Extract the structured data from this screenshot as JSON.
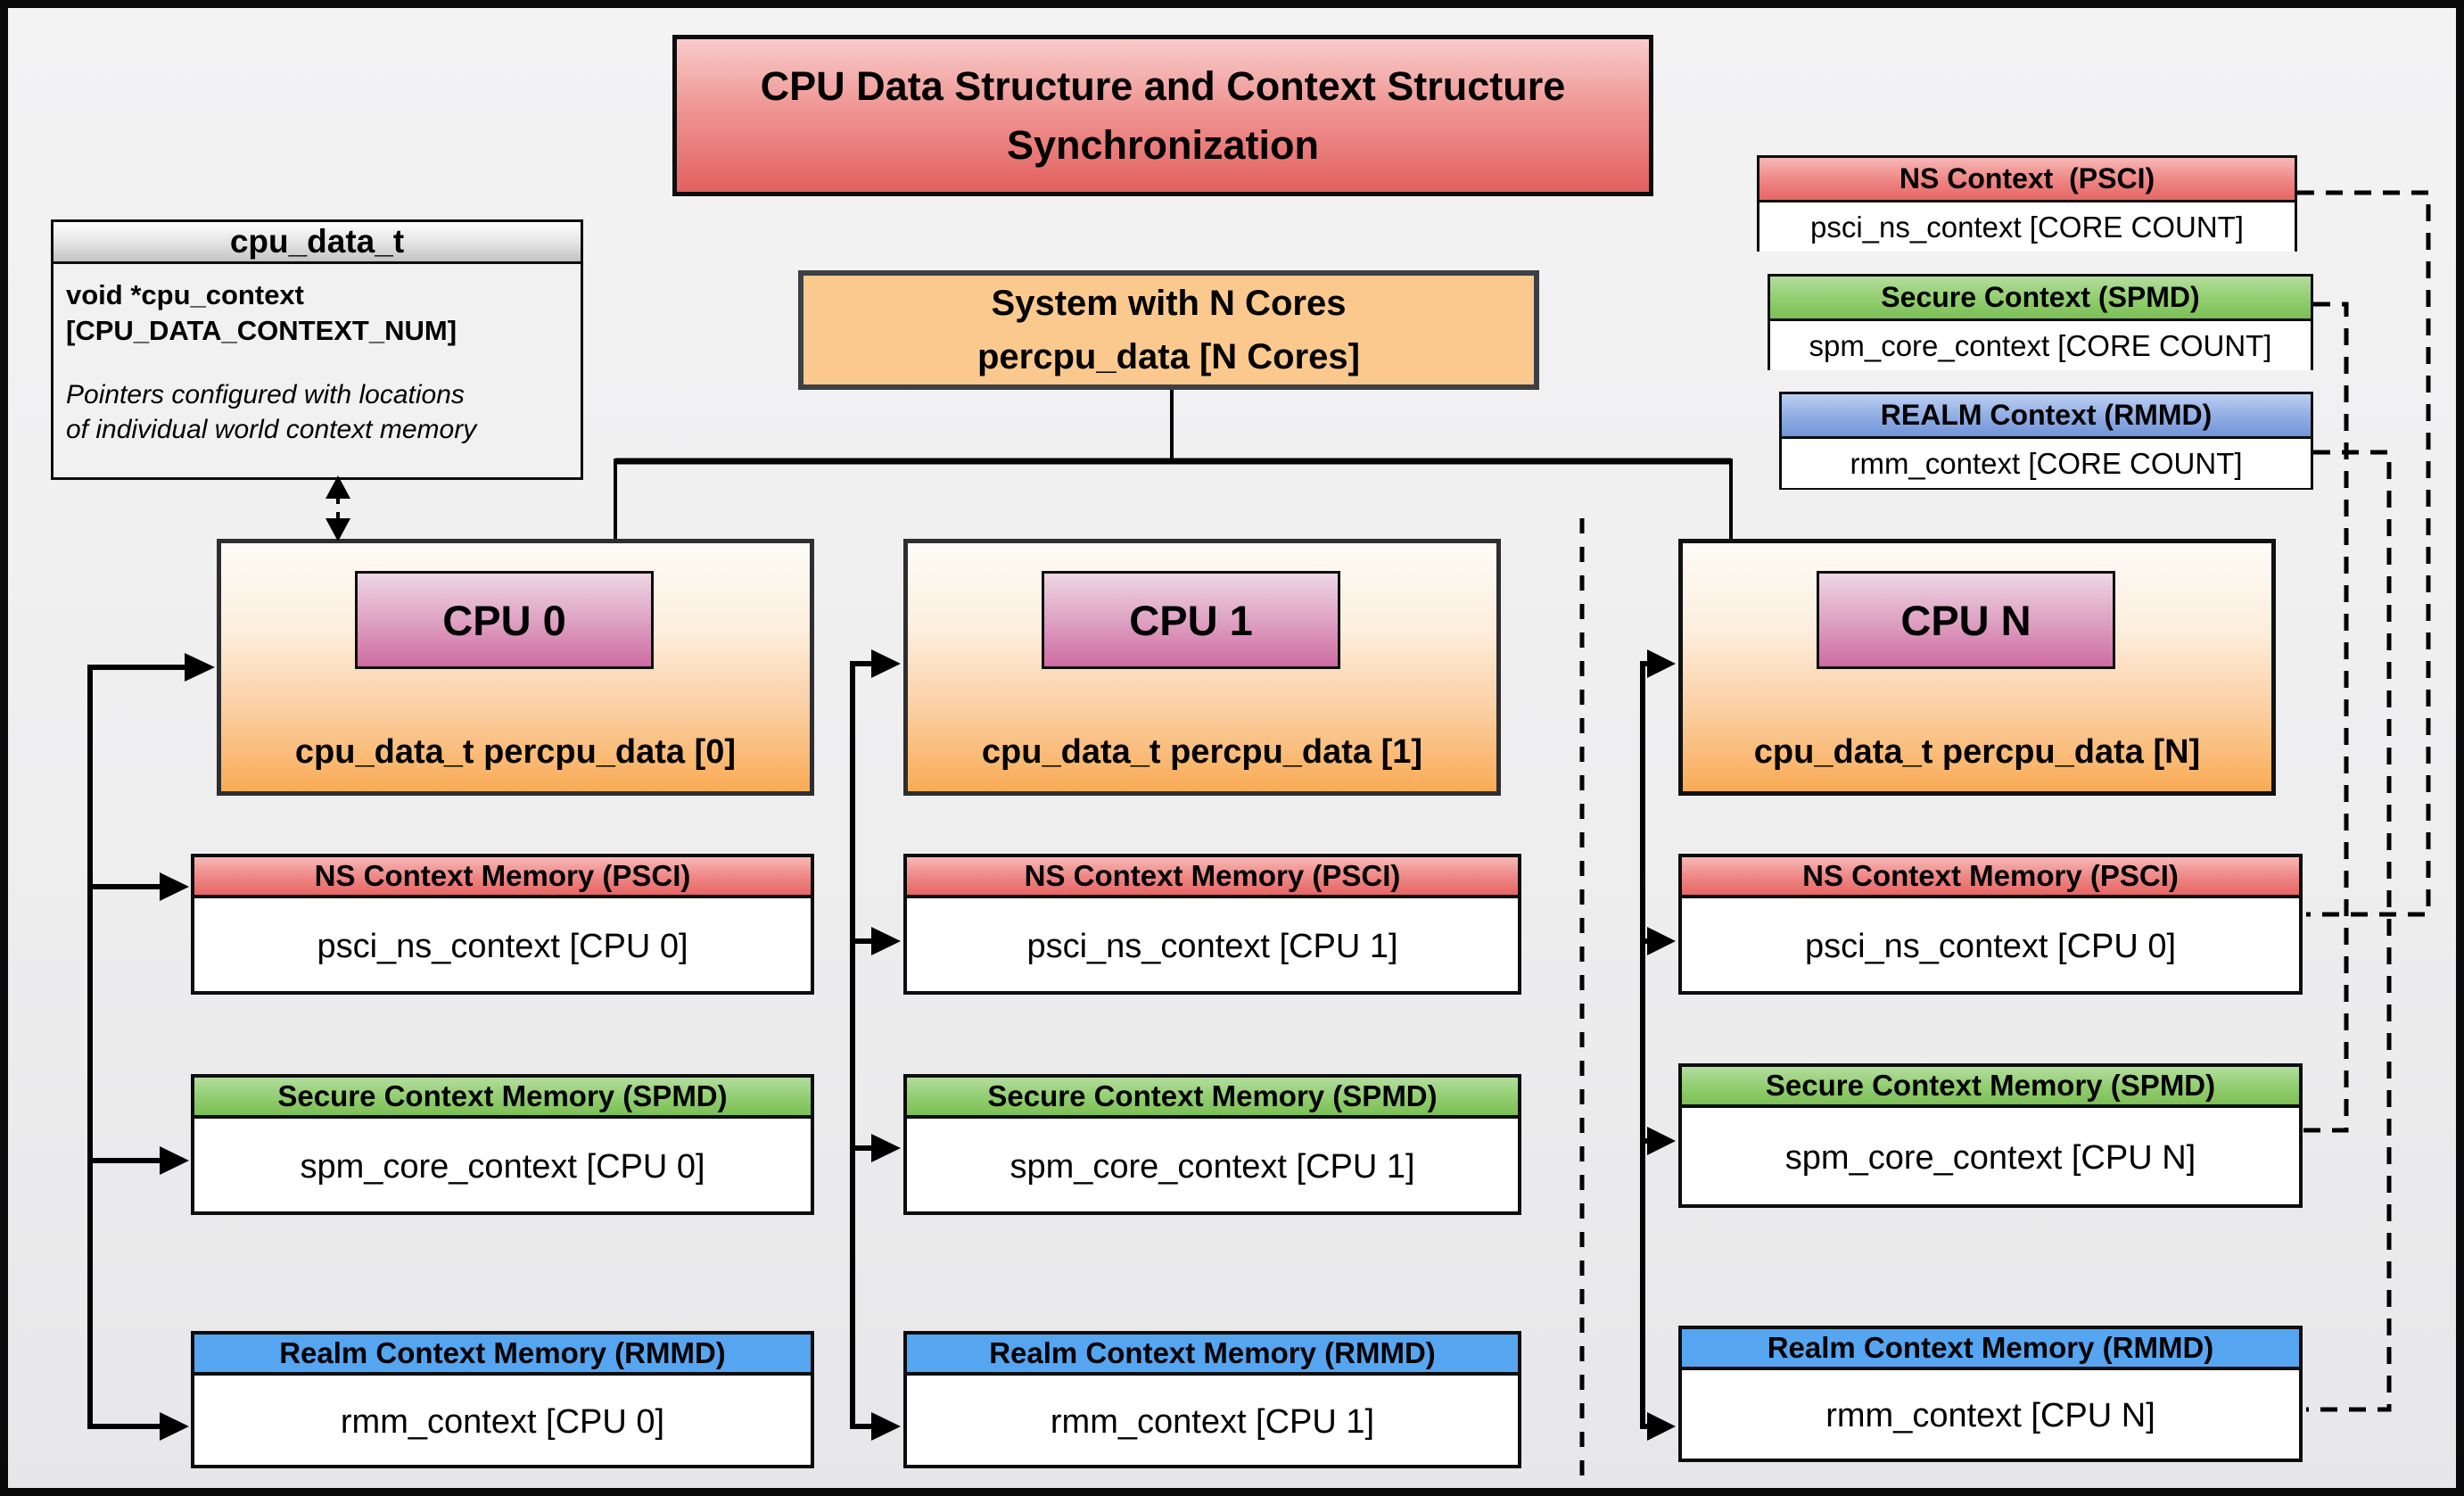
{
  "title": {
    "line1": "CPU Data Structure and Context Structure",
    "line2": "Synchronization"
  },
  "struct_box": {
    "header": "cpu_data_t",
    "fields": "void  *cpu_context\n[CPU_DATA_CONTEXT_NUM]",
    "note": "Pointers configured with locations\nof individual world context memory"
  },
  "system_box": {
    "line1": "System with N Cores",
    "line2": "percpu_data [N Cores]"
  },
  "legend": {
    "ns": {
      "header": "NS Context  (PSCI)",
      "body": "psci_ns_context [CORE COUNT]"
    },
    "secure": {
      "header": "Secure Context (SPMD)",
      "body": "spm_core_context [CORE COUNT]"
    },
    "realm": {
      "header": "REALM Context (RMMD)",
      "body": "rmm_context [CORE COUNT]"
    }
  },
  "cpus": [
    {
      "badge": "CPU 0",
      "label": "cpu_data_t percpu_data [0]",
      "ns_header": "NS Context Memory (PSCI)",
      "ns_body": "psci_ns_context [CPU 0]",
      "secure_header": "Secure Context Memory (SPMD)",
      "secure_body": "spm_core_context [CPU 0]",
      "realm_header": "Realm Context Memory (RMMD)",
      "realm_body": "rmm_context [CPU 0]"
    },
    {
      "badge": "CPU 1",
      "label": "cpu_data_t percpu_data [1]",
      "ns_header": "NS Context Memory (PSCI)",
      "ns_body": "psci_ns_context [CPU 1]",
      "secure_header": "Secure Context Memory (SPMD)",
      "secure_body": "spm_core_context [CPU 1]",
      "realm_header": "Realm Context Memory (RMMD)",
      "realm_body": "rmm_context [CPU 1]"
    },
    {
      "badge": "CPU N",
      "label": "cpu_data_t percpu_data [N]",
      "ns_header": "NS Context Memory (PSCI)",
      "ns_body": "psci_ns_context [CPU 0]",
      "secure_header": "Secure Context Memory (SPMD)",
      "secure_body": "spm_core_context [CPU N]",
      "realm_header": "Realm Context Memory (RMMD)",
      "realm_body": "rmm_context [CPU N]"
    }
  ],
  "colors": {
    "title_red_top": "#f8cccb",
    "title_red_bottom": "#e2605f",
    "system_orange": "#fbc98e",
    "cpu_gradient_bottom": "#f9ab55",
    "badge_pink_bottom": "#ce6ba2",
    "ns_header_red": "#e66664",
    "secure_header_green": "#7cbf55",
    "realm_header_blue": "#56a5f1",
    "legend_realm_blue": "#7095d8",
    "struct_header_gray": "#c3c3c4",
    "background": "#eeeeef",
    "line_black": "#000000"
  }
}
